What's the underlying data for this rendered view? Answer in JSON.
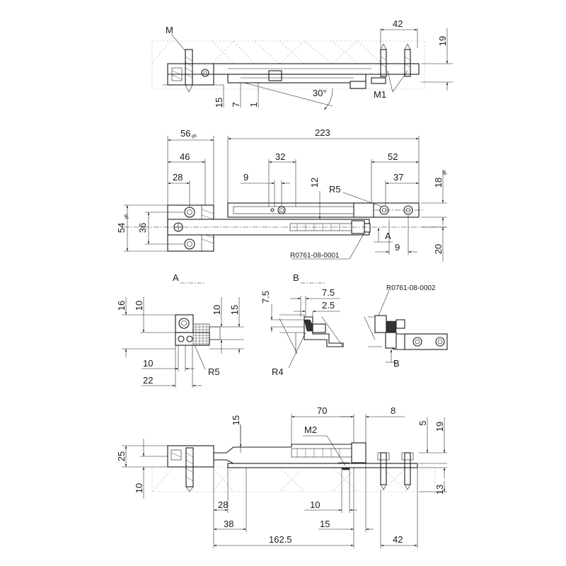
{
  "top_view": {
    "dims": [
      "42",
      "19",
      "15",
      "7",
      "1",
      "30°"
    ],
    "labels": [
      "M",
      "M1"
    ]
  },
  "plan_view": {
    "dims": [
      "223",
      "56",
      "46",
      "28",
      "32",
      "9",
      "12",
      "52",
      "37",
      "54",
      "36",
      "9",
      "20"
    ],
    "tolerance_suffix": "g6",
    "labels": [
      "R5",
      "A",
      "R0761-08-0001"
    ]
  },
  "view_a": {
    "title": "A",
    "dims": [
      "16",
      "10",
      "10",
      "15",
      "10",
      "22"
    ],
    "labels": [
      "R5"
    ]
  },
  "view_b": {
    "title": "B",
    "dims": [
      "7.5",
      "7.5",
      "2.5"
    ],
    "labels": [
      "R4"
    ]
  },
  "view_detail": {
    "labels": [
      "R0761-08-0002",
      "B"
    ]
  },
  "bottom_view": {
    "dims": [
      "15",
      "70",
      "8",
      "5",
      "19",
      "25",
      "10",
      "13",
      "28",
      "10",
      "38",
      "15",
      "162.5",
      "42"
    ],
    "labels": [
      "M2"
    ]
  }
}
